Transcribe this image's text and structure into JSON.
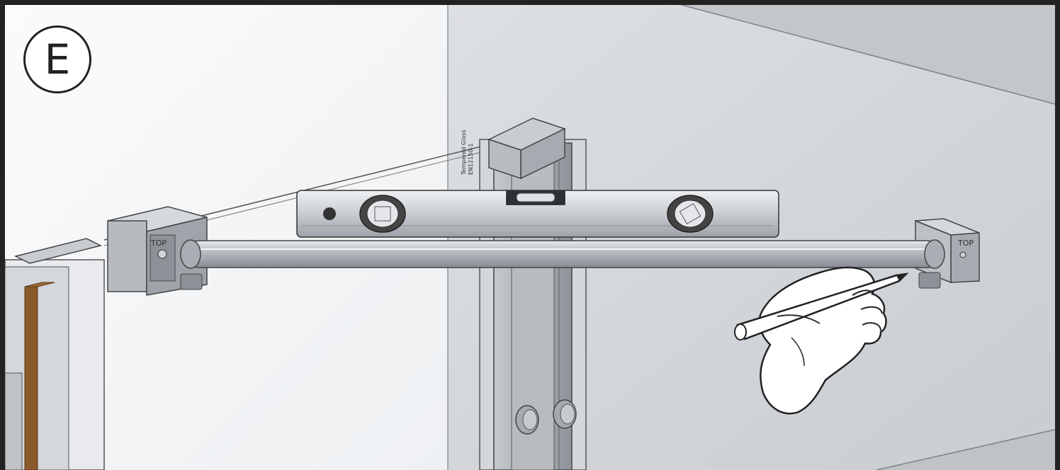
{
  "step": {
    "letter": "E"
  },
  "glass_marking": {
    "line1": "Tempered Glass",
    "line2": "EN12150-1"
  },
  "bracket_label_left": "TOP",
  "bracket_label_right": "TOP",
  "colors": {
    "frame": "#222222",
    "wall": "#d4d8dd",
    "wall_panel": "#e0e3e7",
    "aluminium": "#9ea3a9",
    "bar": "#b6bbc1",
    "seal_strip": "#8b5a2b",
    "level_body": "#c9cdd2",
    "hand_fill": "#ffffff"
  },
  "icons": {
    "hand": "hand-with-pencil-icon",
    "level": "spirit-level-icon"
  }
}
